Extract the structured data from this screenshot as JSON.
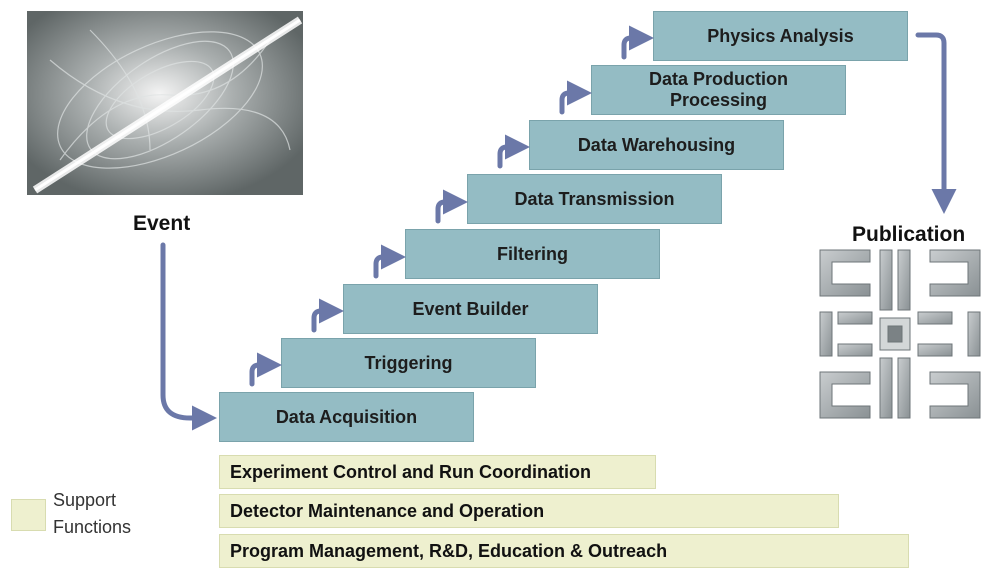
{
  "event_label": "Event",
  "publication_label": "Publication",
  "steps": [
    "Data Acquisition",
    "Triggering",
    "Event Builder",
    "Filtering",
    "Data Transmission",
    "Data Warehousing",
    "Data Production\nProcessing",
    "Physics Analysis"
  ],
  "support": [
    "Experiment Control and  Run Coordination",
    "Detector Maintenance and Operation",
    "Program Management, R&D, Education & Outreach"
  ],
  "legend": {
    "label": "Support\nFunctions"
  },
  "colors": {
    "step_fill": "#94bcc4",
    "support_fill": "#eef0cf",
    "arrow": "#6b78a8"
  }
}
